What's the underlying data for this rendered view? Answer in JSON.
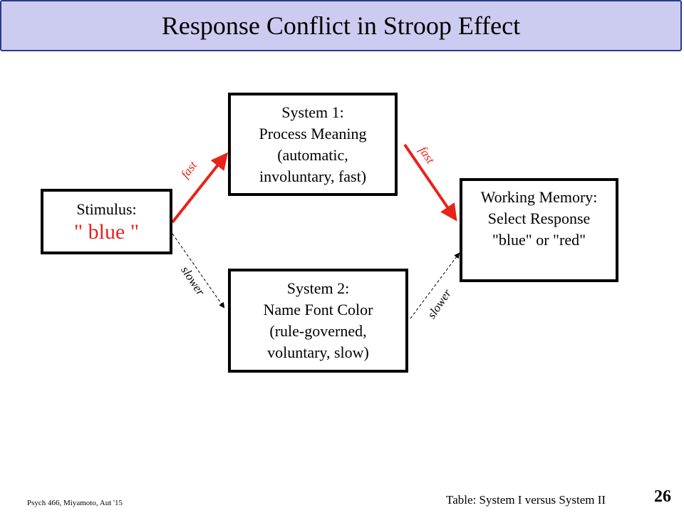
{
  "title": "Response Conflict in Stroop Effect",
  "stimulus": {
    "label": "Stimulus:",
    "word": "\" blue \""
  },
  "system1": {
    "lines": [
      "System 1:",
      "Process Meaning",
      "(automatic,",
      "involuntary, fast)"
    ]
  },
  "system2": {
    "lines": [
      "System 2:",
      "Name Font Color",
      "(rule-governed,",
      "voluntary, slow)"
    ]
  },
  "working_memory": {
    "lines": [
      "Working Memory:",
      "Select Response",
      "\"blue\" or \"red\""
    ]
  },
  "arrows": {
    "stim_to_sys1": "fast",
    "sys1_to_wm": "fast",
    "stim_to_sys2": "slower",
    "sys2_to_wm": "slower"
  },
  "colors": {
    "fast": "#e8231b",
    "slow": "#000000",
    "title_bg": "#ccccf0",
    "title_border": "#2a3a8a"
  },
  "footer": {
    "course": "Psych 466, Miyamoto, Aut '15",
    "table_note": "Table:  System I versus System II",
    "page_number": "26"
  }
}
